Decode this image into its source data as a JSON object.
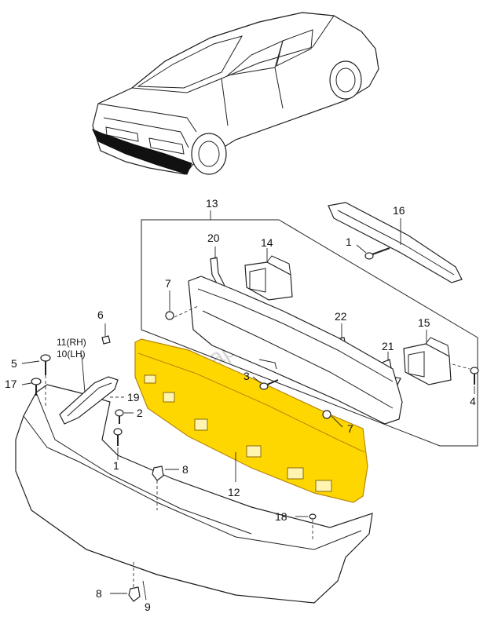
{
  "watermark": "7zap.com",
  "callouts": {
    "p1a": "1",
    "p1b": "1",
    "p2": "2",
    "p3": "3",
    "p4": "4",
    "p5": "5",
    "p6": "6",
    "p7a": "7",
    "p7b": "7",
    "p8a": "8",
    "p8b": "8",
    "p9": "9",
    "p10": "10(LH)",
    "p11": "11(RH)",
    "p12": "12",
    "p13": "13",
    "p14": "14",
    "p15": "15",
    "p16": "16",
    "p17": "17",
    "p18": "18",
    "p19": "19",
    "p20": "20",
    "p21": "21",
    "p22": "22"
  },
  "colors": {
    "highlight": "#ffd700",
    "highlight_stroke": "#b8860b",
    "line": "#222222"
  }
}
